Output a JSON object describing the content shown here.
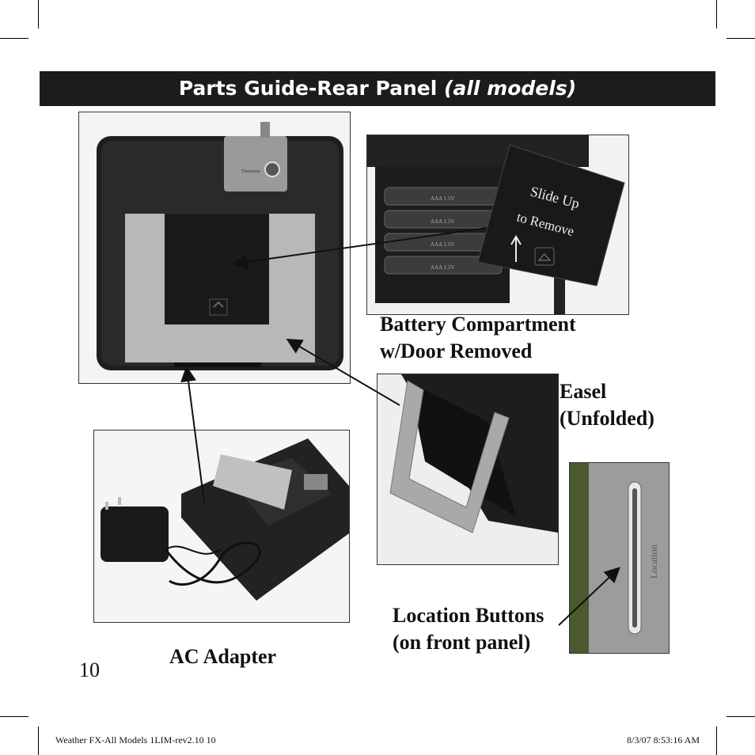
{
  "title": {
    "main": "Parts Guide-Rear Panel ",
    "emphasis": "(all models)"
  },
  "labels": {
    "battery_line1": "Battery Compartment",
    "battery_line2": "w/Door Removed",
    "easel_line1": "Easel",
    "easel_line2": "(Unfolded)",
    "location_line1": "Location Buttons",
    "location_line2": "(on front panel)",
    "ac_adapter": "AC Adapter"
  },
  "photo_text": {
    "timezone": "Timezone",
    "slide_up": "Slide Up",
    "to_remove": "to Remove",
    "battery": "AAA 1.5V",
    "location": "Location"
  },
  "page_number": "10",
  "footer": {
    "left": "Weather FX-All Models 1LIM-rev2.10   10",
    "right": "8/3/07   8:53:16 AM"
  }
}
